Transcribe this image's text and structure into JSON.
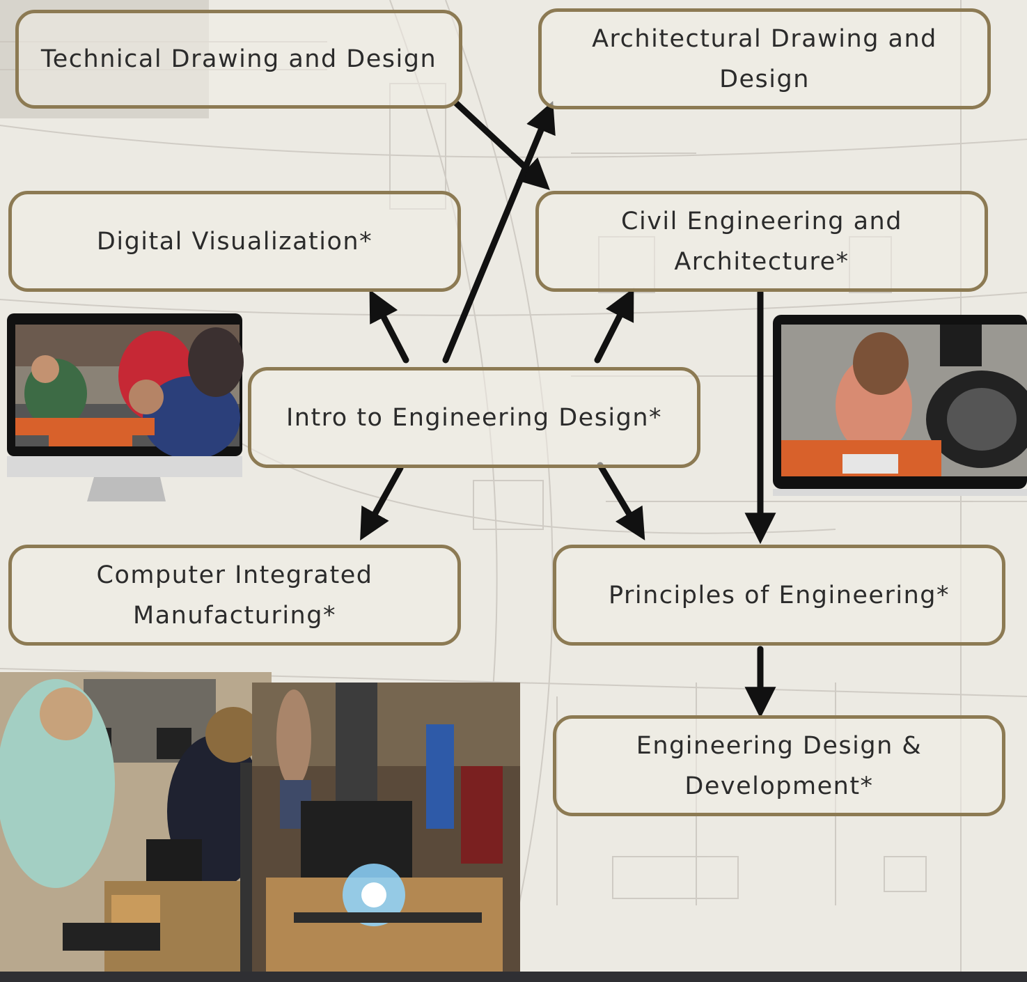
{
  "nodes": {
    "technical_drawing": "Technical Drawing and Design",
    "architectural_drawing_1": "Architectural Drawing and",
    "architectural_drawing_2": "Design",
    "digital_visualization": "Digital Visualization*",
    "civil_engineering_1": "Civil Engineering and",
    "civil_engineering_2": "Architecture*",
    "intro_engineering": "Intro to Engineering Design*",
    "computer_integrated_1": "Computer Integrated",
    "computer_integrated_2": "Manufacturing*",
    "principles_engineering": "Principles of Engineering*",
    "ed_dev_1": "Engineering Design &",
    "ed_dev_2": "Development*"
  },
  "edges": [
    {
      "from": "Technical Drawing and Design",
      "to": "Civil Engineering and Architecture*"
    },
    {
      "from": "Intro to Engineering Design*",
      "to": "Architectural Drawing and Design"
    },
    {
      "from": "Intro to Engineering Design*",
      "to": "Digital Visualization*"
    },
    {
      "from": "Intro to Engineering Design*",
      "to": "Civil Engineering and Architecture*"
    },
    {
      "from": "Intro to Engineering Design*",
      "to": "Computer Integrated Manufacturing*"
    },
    {
      "from": "Intro to Engineering Design*",
      "to": "Principles of Engineering*"
    },
    {
      "from": "Civil Engineering and Architecture*",
      "to": "Principles of Engineering*"
    },
    {
      "from": "Principles of Engineering*",
      "to": "Engineering Design & Development*"
    }
  ],
  "colors": {
    "background": "#eceae3",
    "box_border": "#8c7a53",
    "arrow": "#111111",
    "orange_equipment": "#d8612b",
    "bottom_bar": "#2f2f33"
  }
}
